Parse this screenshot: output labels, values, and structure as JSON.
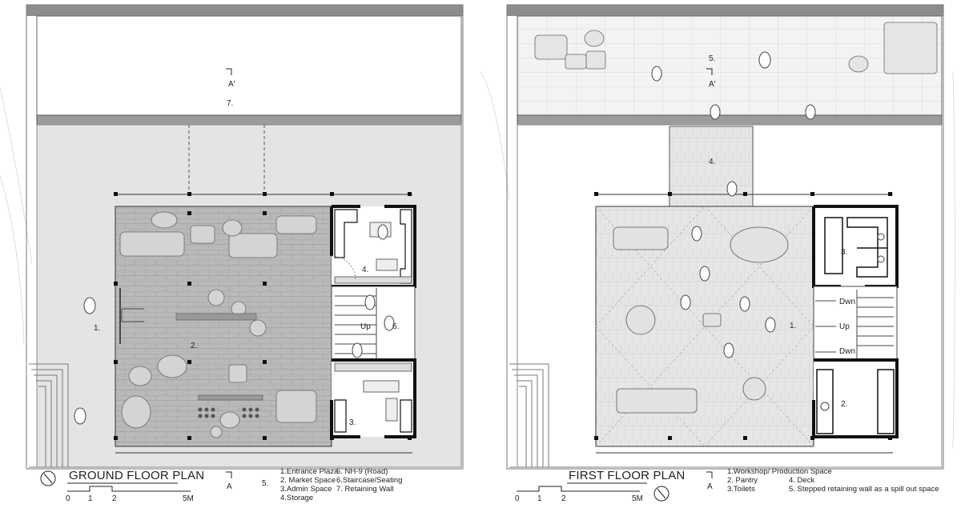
{
  "ground_floor": {
    "title": "GROUND FLOOR PLAN",
    "room_labels": {
      "entrance_plaza": "1.",
      "market_space": "2.",
      "admin_space": "3.",
      "storage": "4.",
      "road_side": "5.",
      "staircase": "6.",
      "retaining_wall": "7.",
      "stair_direction": "Up"
    },
    "section_marks": {
      "top": "A'",
      "bottom": "A"
    },
    "legend_col1": [
      "1.Entrance Plaza",
      "2. Market Space",
      "3.Admin Space",
      "4.Storage"
    ],
    "legend_col2": [
      "5. NH-9 (Road)",
      "6.Staircase/Seating",
      "7. Retaining Wall"
    ],
    "scale_ticks": [
      "0",
      "1",
      "2",
      "5M"
    ]
  },
  "first_floor": {
    "title": "FIRST FLOOR PLAN",
    "room_labels": {
      "workshop": "1.",
      "pantry": "2.",
      "toilets": "3.",
      "deck": "4.",
      "stepped_wall": "5."
    },
    "stair_labels": [
      "Dwn",
      "Up",
      "Dwn"
    ],
    "section_marks": {
      "top": "A'",
      "bottom": "A"
    },
    "legend_col1": [
      "1.Workshop/ Production Space",
      "2. Pantry",
      "3.Toilets"
    ],
    "legend_col2": [
      "4. Deck",
      "5. Stepped retaining  wall as a spill out space"
    ],
    "scale_ticks": [
      "0",
      "1",
      "2",
      "5M"
    ]
  }
}
